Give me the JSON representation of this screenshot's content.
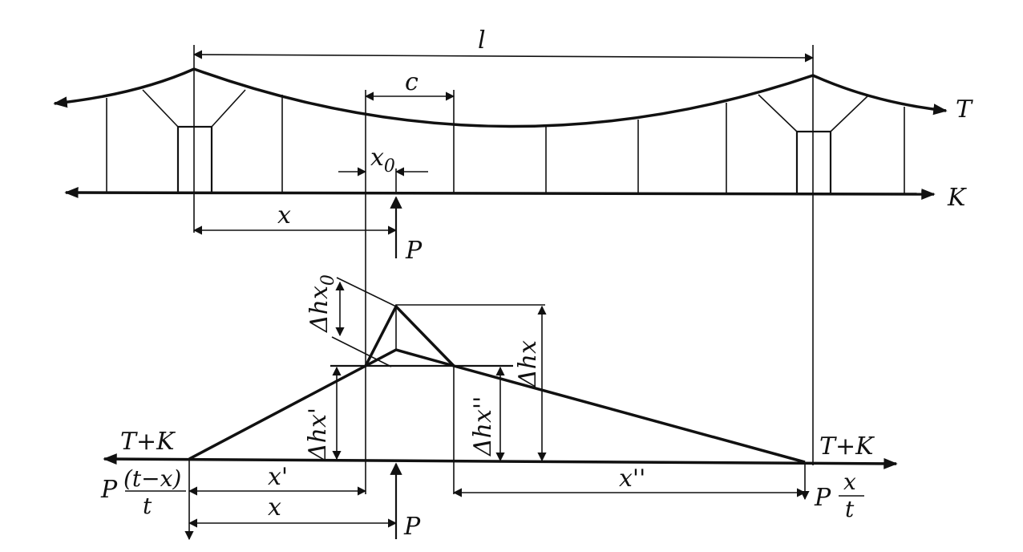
{
  "labels": {
    "span": "l",
    "c": "c",
    "x0": "x",
    "x0_sub": "0",
    "T": "T",
    "K": "K",
    "x_top": "x",
    "P_top": "P",
    "dhx0": "Δhx",
    "dhx0_sub": "0",
    "dhx": "Δhx",
    "dhx1": "Δhx'",
    "dhx2": "Δhx''",
    "TK_left": "T+K",
    "TK_right": "T+K",
    "P_left": "P",
    "frac_left_num": "(t−x)",
    "frac_left_den": "t",
    "x_prime": "x'",
    "x_bottom": "x",
    "x_dprime": "x''",
    "P_bottom": "P",
    "P_right": "P",
    "frac_right_num": "x",
    "frac_right_den": "t"
  },
  "colors": {
    "ink": "#111111",
    "background": "#ffffff"
  }
}
